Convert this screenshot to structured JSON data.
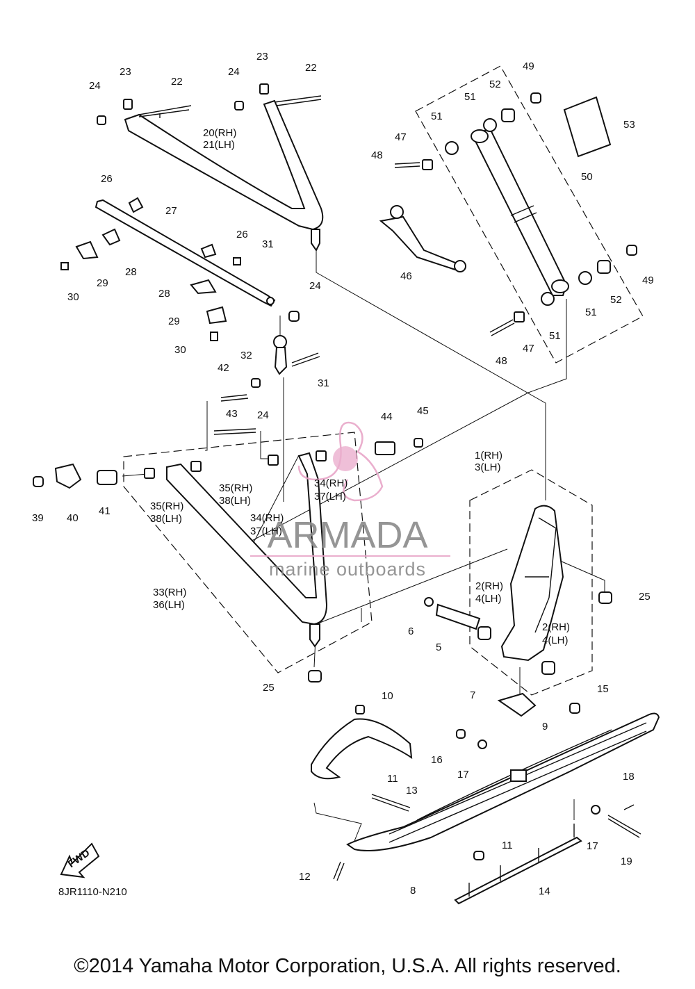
{
  "labels": [
    {
      "id": "l24a",
      "text": "24"
    },
    {
      "id": "l23a",
      "text": "23"
    },
    {
      "id": "l22a",
      "text": "22"
    },
    {
      "id": "l24b",
      "text": "24"
    },
    {
      "id": "l23b",
      "text": "23"
    },
    {
      "id": "l22b",
      "text": "22"
    },
    {
      "id": "l20",
      "text": "20(RH)"
    },
    {
      "id": "l21",
      "text": "21(LH)"
    },
    {
      "id": "l26a",
      "text": "26"
    },
    {
      "id": "l27",
      "text": "27"
    },
    {
      "id": "l26b",
      "text": "26"
    },
    {
      "id": "l31a",
      "text": "31"
    },
    {
      "id": "l28a",
      "text": "28"
    },
    {
      "id": "l29a",
      "text": "29"
    },
    {
      "id": "l30a",
      "text": "30"
    },
    {
      "id": "l28b",
      "text": "28"
    },
    {
      "id": "l24c",
      "text": "24"
    },
    {
      "id": "l29b",
      "text": "29"
    },
    {
      "id": "l30b",
      "text": "30"
    },
    {
      "id": "l32",
      "text": "32"
    },
    {
      "id": "l31b",
      "text": "31"
    },
    {
      "id": "l42",
      "text": "42"
    },
    {
      "id": "l24d",
      "text": "24"
    },
    {
      "id": "l43",
      "text": "43"
    },
    {
      "id": "l44",
      "text": "44"
    },
    {
      "id": "l45",
      "text": "45"
    },
    {
      "id": "l35a",
      "text": "35(RH)"
    },
    {
      "id": "l38a",
      "text": "38(LH)"
    },
    {
      "id": "l34a",
      "text": "34(RH)"
    },
    {
      "id": "l37a",
      "text": "37(LH)"
    },
    {
      "id": "l39",
      "text": "39"
    },
    {
      "id": "l40",
      "text": "40"
    },
    {
      "id": "l41",
      "text": "41"
    },
    {
      "id": "l35b",
      "text": "35(RH)"
    },
    {
      "id": "l38b",
      "text": "38(LH)"
    },
    {
      "id": "l34b",
      "text": "34(RH)"
    },
    {
      "id": "l37b",
      "text": "37(LH)"
    },
    {
      "id": "l33",
      "text": "33(RH)"
    },
    {
      "id": "l36",
      "text": "36(LH)"
    },
    {
      "id": "l25a",
      "text": "25"
    },
    {
      "id": "l49a",
      "text": "49"
    },
    {
      "id": "l51a",
      "text": "51"
    },
    {
      "id": "l52a",
      "text": "52"
    },
    {
      "id": "l53",
      "text": "53"
    },
    {
      "id": "l51b",
      "text": "51"
    },
    {
      "id": "l47a",
      "text": "47"
    },
    {
      "id": "l48a",
      "text": "48"
    },
    {
      "id": "l50",
      "text": "50"
    },
    {
      "id": "l46",
      "text": "46"
    },
    {
      "id": "l49b",
      "text": "49"
    },
    {
      "id": "l52b",
      "text": "52"
    },
    {
      "id": "l51c",
      "text": "51"
    },
    {
      "id": "l51d",
      "text": "51"
    },
    {
      "id": "l47b",
      "text": "47"
    },
    {
      "id": "l48b",
      "text": "48"
    },
    {
      "id": "l1",
      "text": "1(RH)"
    },
    {
      "id": "l3",
      "text": "3(LH)"
    },
    {
      "id": "l25b",
      "text": "25"
    },
    {
      "id": "l2a",
      "text": "2(RH)"
    },
    {
      "id": "l4a",
      "text": "4(LH)"
    },
    {
      "id": "l6",
      "text": "6"
    },
    {
      "id": "l5",
      "text": "5"
    },
    {
      "id": "l2b",
      "text": "2(RH)"
    },
    {
      "id": "l4b",
      "text": "4(LH)"
    },
    {
      "id": "l10",
      "text": "10"
    },
    {
      "id": "l7",
      "text": "7"
    },
    {
      "id": "l15",
      "text": "15"
    },
    {
      "id": "l9",
      "text": "9"
    },
    {
      "id": "l16",
      "text": "16"
    },
    {
      "id": "l17a",
      "text": "17"
    },
    {
      "id": "l11a",
      "text": "11"
    },
    {
      "id": "l13",
      "text": "13"
    },
    {
      "id": "l18",
      "text": "18"
    },
    {
      "id": "l17b",
      "text": "17"
    },
    {
      "id": "l19",
      "text": "19"
    },
    {
      "id": "l11b",
      "text": "11"
    },
    {
      "id": "l12",
      "text": "12"
    },
    {
      "id": "l8",
      "text": "8"
    },
    {
      "id": "l14",
      "text": "14"
    }
  ],
  "watermark": {
    "brand": "ARMADA",
    "tagline": "marine outboards",
    "logo_color": "#e8a6c8",
    "text_color": "#8a8a8a"
  },
  "fwd_label": "FWD",
  "diagram_code": "8JR1110-N210",
  "copyright": "©2014 Yamaha Motor Corporation, U.S.A. All rights reserved."
}
